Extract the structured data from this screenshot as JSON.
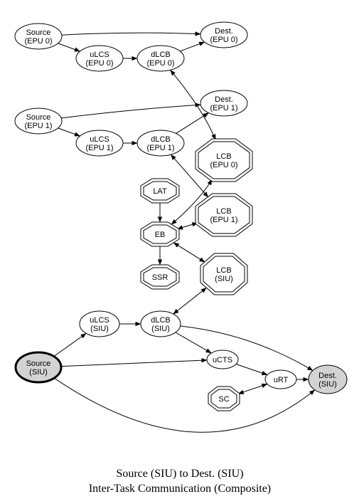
{
  "caption": {
    "line1": "Source (SIU) to Dest. (SIU)",
    "line2": "Inter-Task Communication (Composite)"
  },
  "colors": {
    "highlight_fill": "#d3d3d3",
    "stroke": "#000000",
    "background": "#ffffff"
  },
  "nodes": {
    "source_epu0": {
      "line1": "Source",
      "line2": "(EPU 0)"
    },
    "dest_epu0": {
      "line1": "Dest.",
      "line2": "(EPU 0)"
    },
    "ulcs_epu0": {
      "line1": "uLCS",
      "line2": "(EPU 0)"
    },
    "dlcb_epu0": {
      "line1": "dLCB",
      "line2": "(EPU 0)"
    },
    "source_epu1": {
      "line1": "Source",
      "line2": "(EPU 1)"
    },
    "dest_epu1": {
      "line1": "Dest.",
      "line2": "(EPU 1)"
    },
    "ulcs_epu1": {
      "line1": "uLCS",
      "line2": "(EPU 1)"
    },
    "dlcb_epu1": {
      "line1": "dLCB",
      "line2": "(EPU 1)"
    },
    "lcb_epu0": {
      "line1": "LCB",
      "line2": "(EPU 0)"
    },
    "lat": {
      "line1": "LAT"
    },
    "lcb_epu1": {
      "line1": "LCB",
      "line2": "(EPU 1)"
    },
    "eb": {
      "line1": "EB"
    },
    "ssr": {
      "line1": "SSR"
    },
    "lcb_siu": {
      "line1": "LCB",
      "line2": "(SIU)"
    },
    "ulcs_siu": {
      "line1": "uLCS",
      "line2": "(SIU)"
    },
    "dlcb_siu": {
      "line1": "dLCB",
      "line2": "(SIU)"
    },
    "source_siu": {
      "line1": "Source",
      "line2": "(SIU)"
    },
    "ucts": {
      "line1": "uCTS"
    },
    "urt": {
      "line1": "uRT"
    },
    "dest_siu": {
      "line1": "Dest.",
      "line2": "(SIU)"
    },
    "sc": {
      "line1": "SC"
    }
  },
  "edges": [
    {
      "from": "source_epu0",
      "to": "dest_epu0",
      "direction": "forward"
    },
    {
      "from": "source_epu0",
      "to": "ulcs_epu0",
      "direction": "forward"
    },
    {
      "from": "ulcs_epu0",
      "to": "dlcb_epu0",
      "direction": "forward"
    },
    {
      "from": "dlcb_epu0",
      "to": "dest_epu0",
      "direction": "forward"
    },
    {
      "from": "dlcb_epu0",
      "to": "lcb_epu0",
      "direction": "both"
    },
    {
      "from": "source_epu1",
      "to": "dest_epu1",
      "direction": "forward"
    },
    {
      "from": "source_epu1",
      "to": "ulcs_epu1",
      "direction": "forward"
    },
    {
      "from": "ulcs_epu1",
      "to": "dlcb_epu1",
      "direction": "forward"
    },
    {
      "from": "dlcb_epu1",
      "to": "dest_epu1",
      "direction": "forward"
    },
    {
      "from": "dlcb_epu1",
      "to": "lcb_epu1",
      "direction": "both"
    },
    {
      "from": "lat",
      "to": "eb",
      "direction": "forward"
    },
    {
      "from": "eb",
      "to": "lcb_epu0",
      "direction": "both"
    },
    {
      "from": "eb",
      "to": "lcb_epu1",
      "direction": "both"
    },
    {
      "from": "eb",
      "to": "ssr",
      "direction": "forward"
    },
    {
      "from": "eb",
      "to": "lcb_siu",
      "direction": "both"
    },
    {
      "from": "dlcb_siu",
      "to": "lcb_siu",
      "direction": "both"
    },
    {
      "from": "source_siu",
      "to": "ulcs_siu",
      "direction": "forward"
    },
    {
      "from": "ulcs_siu",
      "to": "dlcb_siu",
      "direction": "forward"
    },
    {
      "from": "dlcb_siu",
      "to": "ucts",
      "direction": "forward"
    },
    {
      "from": "dlcb_siu",
      "to": "dest_siu",
      "direction": "forward"
    },
    {
      "from": "source_siu",
      "to": "ucts",
      "direction": "forward"
    },
    {
      "from": "ucts",
      "to": "urt",
      "direction": "forward"
    },
    {
      "from": "urt",
      "to": "dest_siu",
      "direction": "forward"
    },
    {
      "from": "sc",
      "to": "urt",
      "direction": "both"
    },
    {
      "from": "source_siu",
      "to": "dest_siu",
      "direction": "forward"
    }
  ]
}
